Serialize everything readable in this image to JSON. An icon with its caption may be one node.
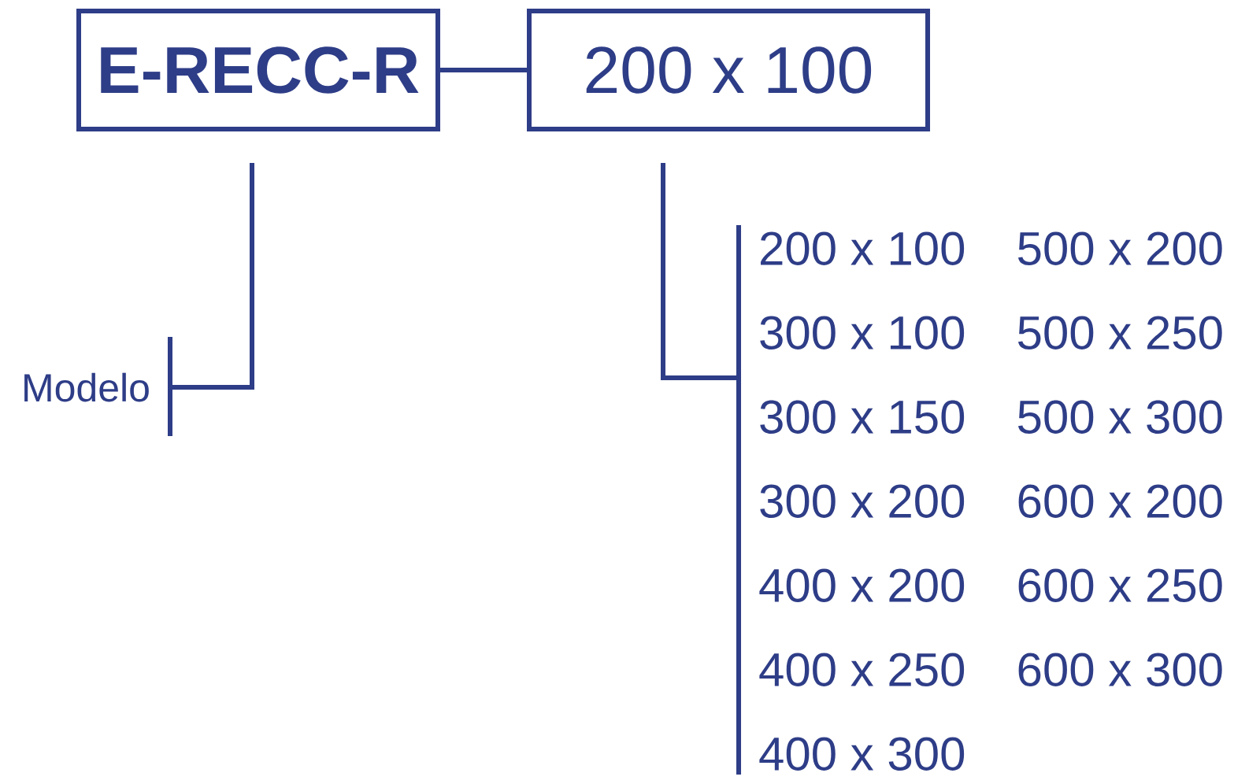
{
  "diagram": {
    "nodes": [
      {
        "text": [
          "E-RECC-R"
        ]
      },
      {
        "text": [
          "200 x 100"
        ]
      },
      {
        "text": [
          "Modelo"
        ]
      },
      {
        "text": [
          "200 x 100",
          "500 x 200",
          "300 x 100",
          "500 x 250",
          "300 x 150",
          "500 x 300",
          "300 x 200",
          "600 x 200",
          "400 x 200",
          "600 x 250",
          "400 x 250",
          "600 x 300",
          "400 x 300"
        ]
      }
    ],
    "edges": [
      {
        "from": 0,
        "to": 1,
        "arrow": "none"
      },
      {
        "from": 0,
        "to": 2,
        "arrow": "none"
      },
      {
        "from": 1,
        "to": 3,
        "arrow": "none"
      }
    ]
  }
}
